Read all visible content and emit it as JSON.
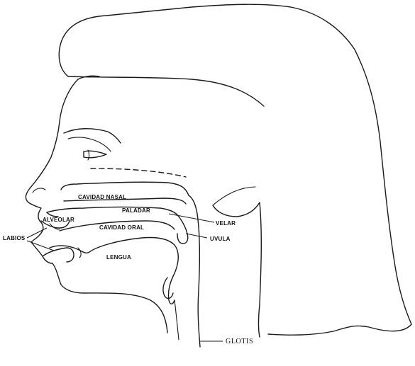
{
  "labels": {
    "cavidad_nasal": "CAVIDAD NASAL",
    "paladar": "PALADAR",
    "alveolar": "ALVEOLAR",
    "cavidad_oral": "CAVIDAD ORAL",
    "velar": "VELAR",
    "uvula": "UVULA",
    "labios": "LABIOS",
    "lengua": "LENGUA",
    "glotis": "GLOTIS"
  }
}
